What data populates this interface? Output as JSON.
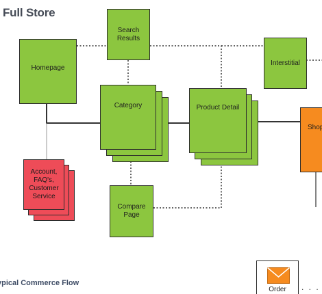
{
  "title": "Full Store",
  "subtitle": "ypical Commerce Flow",
  "nodes": {
    "search_results": "Search\nResults",
    "homepage": "Homepage",
    "category": "Category",
    "product_detail": "Product Detail",
    "interstitial": "Interstitial",
    "shop": "Shop",
    "account": "Account,\nFAQ's,\nCustomer\nService",
    "compare_page": "Compare\nPage",
    "order": "Order"
  },
  "colors": {
    "page_node": "#8cc63f",
    "support_node": "#ee4c58",
    "checkout_node": "#f68b1f",
    "border": "#2c2c2c"
  },
  "icons": [
    "envelope-icon"
  ]
}
